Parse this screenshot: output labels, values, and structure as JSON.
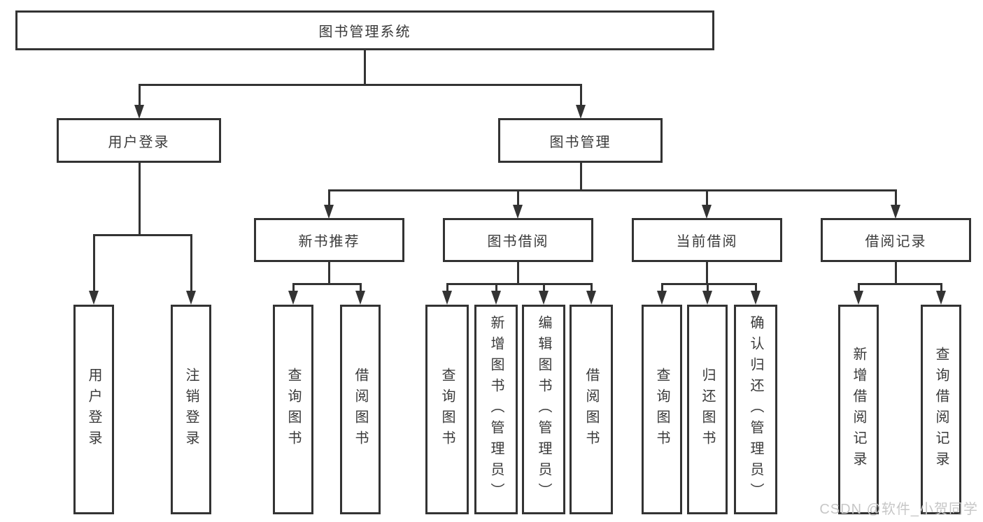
{
  "tree": {
    "root": {
      "label": "图书管理系统"
    },
    "children": [
      {
        "label": "用户登录",
        "children": [
          {
            "label": "用户登录"
          },
          {
            "label": "注销登录"
          }
        ]
      },
      {
        "label": "图书管理",
        "children": [
          {
            "label": "新书推荐",
            "children": [
              {
                "label": "查询图书"
              },
              {
                "label": "借阅图书"
              }
            ]
          },
          {
            "label": "图书借阅",
            "children": [
              {
                "label": "查询图书"
              },
              {
                "label": "新增图书（管理员）"
              },
              {
                "label": "编辑图书（管理员）"
              },
              {
                "label": "借阅图书"
              }
            ]
          },
          {
            "label": "当前借阅",
            "children": [
              {
                "label": "查询图书"
              },
              {
                "label": "归还图书"
              },
              {
                "label": "确认归还（管理员）"
              }
            ]
          },
          {
            "label": "借阅记录",
            "children": [
              {
                "label": "新增借阅记录"
              },
              {
                "label": "查询借阅记录"
              }
            ]
          }
        ]
      }
    ]
  },
  "watermark": "CSDN @软件_小贺同学",
  "colors": {
    "line": "#333333",
    "text": "#3a3a3a",
    "watermark": "#c7c7c7",
    "background": "#ffffff"
  }
}
